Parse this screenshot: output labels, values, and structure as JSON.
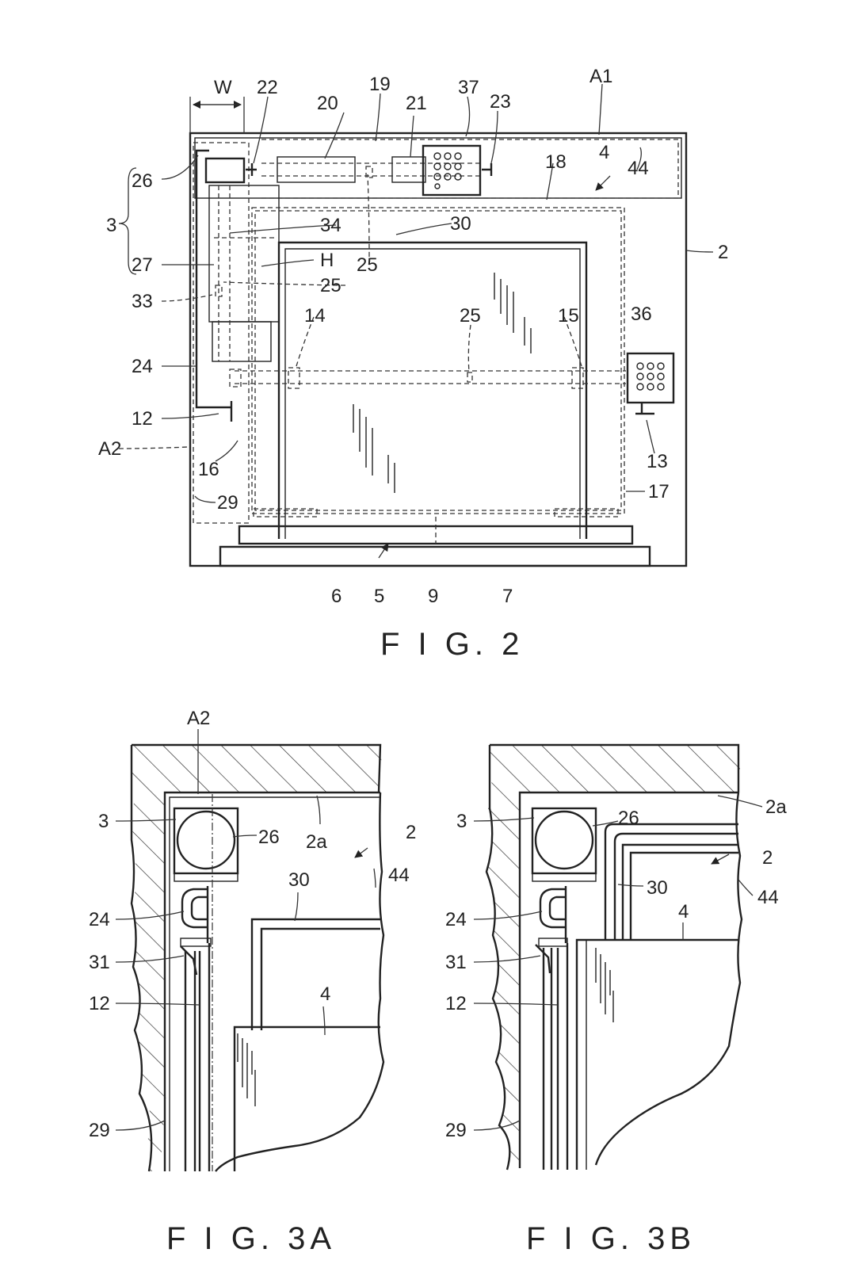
{
  "figure2": {
    "caption": "F I G. 2",
    "labels": {
      "W": "W",
      "n22": "22",
      "n20": "20",
      "n19": "19",
      "n21": "21",
      "n37": "37",
      "n23": "23",
      "A1": "A1",
      "n4": "4",
      "n44": "44",
      "n18": "18",
      "n26": "26",
      "n3": "3",
      "n34": "34",
      "n30": "30",
      "n2": "2",
      "n27": "27",
      "H": "H",
      "n25a": "25",
      "n25b": "25",
      "n25c": "25",
      "n33": "33",
      "n14": "14",
      "n15": "15",
      "n36": "36",
      "n24": "24",
      "n12": "12",
      "A2": "A2",
      "n13": "13",
      "n16": "16",
      "n17": "17",
      "n29": "29",
      "n6": "6",
      "n5": "5",
      "n9": "9",
      "n7": "7"
    }
  },
  "figure3a": {
    "caption": "F I G. 3A",
    "labels": {
      "A2": "A2",
      "n3": "3",
      "n26": "26",
      "n2a": "2a",
      "n2": "2",
      "n44": "44",
      "n30": "30",
      "n24": "24",
      "n31": "31",
      "n12": "12",
      "n4": "4",
      "n29": "29"
    }
  },
  "figure3b": {
    "caption": "F I G. 3B",
    "labels": {
      "n2a": "2a",
      "n3": "3",
      "n26": "26",
      "n2": "2",
      "n30": "30",
      "n44": "44",
      "n4": "4",
      "n24": "24",
      "n31": "31",
      "n12": "12",
      "n29": "29"
    }
  }
}
